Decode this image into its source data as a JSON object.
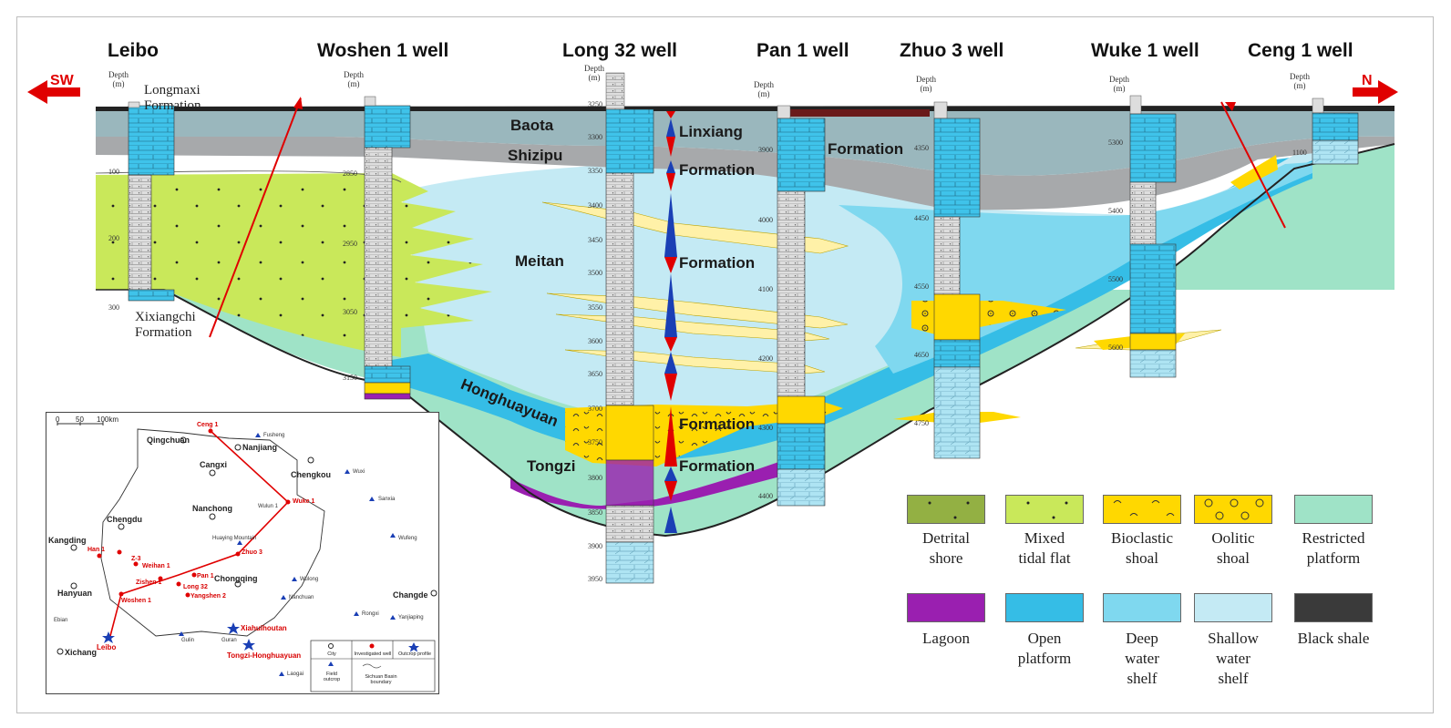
{
  "direction": {
    "left": "SW",
    "right": "N"
  },
  "wells": [
    {
      "name": "Leibo",
      "depth_label": "Depth\n(m)",
      "ticks": [
        "100",
        "200",
        "300"
      ]
    },
    {
      "name": "Woshen 1 well",
      "depth_label": "Depth\n(m)",
      "ticks": [
        "2850",
        "2950",
        "3050",
        "3150"
      ]
    },
    {
      "name": "Long 32 well",
      "depth_label": "Depth\n(m)",
      "ticks": [
        "3250",
        "3300",
        "3350",
        "3400",
        "3450",
        "3500",
        "3550",
        "3600",
        "3650",
        "3700",
        "3750",
        "3800",
        "3850",
        "3900",
        "3950"
      ]
    },
    {
      "name": "Pan 1 well",
      "depth_label": "Depth\n(m)",
      "ticks": [
        "3900",
        "4000",
        "4100",
        "4200",
        "4300",
        "4400"
      ]
    },
    {
      "name": "Zhuo 3 well",
      "depth_label": "Depth\n(m)",
      "ticks": [
        "4350",
        "4450",
        "4550",
        "4650",
        "4750"
      ]
    },
    {
      "name": "Wuke 1 well",
      "depth_label": "Depth\n(m)",
      "ticks": [
        "5300",
        "5400",
        "5500",
        "5600"
      ]
    },
    {
      "name": "Ceng 1 well",
      "depth_label": "Depth\n(m)",
      "ticks": [
        "1100"
      ]
    }
  ],
  "formations": {
    "longmaxi": "Longmaxi\nFormation",
    "xixiangchi": "Xixiangchi\nFormation",
    "baota": "Baota",
    "linxiang": "Linxiang",
    "formation_1": "Formation",
    "shizipu": "Shizipu",
    "formation_2": "Formation",
    "meitan": "Meitan",
    "formation_3": "Formation",
    "honghuayuan": "Honghuayuan",
    "formation_4": "Formation",
    "tongzi": "Tongzi",
    "formation_5": "Formation"
  },
  "legend": [
    {
      "label": "Detrital\nshore",
      "color": "#93b043",
      "pattern": "dots"
    },
    {
      "label": "Mixed\ntidal flat",
      "color": "#c9e85a",
      "pattern": "dots"
    },
    {
      "label": "Bioclastic\nshoal",
      "color": "#ffd800",
      "pattern": "bioclast"
    },
    {
      "label": "Oolitic\nshoal",
      "color": "#ffd800",
      "pattern": "ooid"
    },
    {
      "label": "Restricted\nplatform",
      "color": "#9fe3c7",
      "pattern": "none"
    },
    {
      "label": "Lagoon",
      "color": "#9a1fb0",
      "pattern": "none"
    },
    {
      "label": "Open\nplatform",
      "color": "#35bde6",
      "pattern": "none"
    },
    {
      "label": "Deep\nwater\nshelf",
      "color": "#7fd8ef",
      "pattern": "none"
    },
    {
      "label": "Shallow\nwater\nshelf",
      "color": "#c4eaf4",
      "pattern": "none"
    },
    {
      "label": "Black shale",
      "color": "#3a3a3a",
      "pattern": "none"
    }
  ],
  "map": {
    "scale": [
      "0",
      "50",
      "100km"
    ],
    "cities": [
      "Qingchuan",
      "Nanjiang",
      "Chengkou",
      "Cangxi",
      "Nanchong",
      "Chengdu",
      "Chongqing",
      "Kangding",
      "Hanyuan",
      "Changde",
      "Xichang"
    ],
    "wells": [
      "Ceng 1",
      "Wuke 1",
      "Han 1",
      "Z-3",
      "Weihan 1",
      "Zishen 1",
      "Pan 1",
      "Long 32",
      "Zhuo 3",
      "Woshen 1",
      "Yangshen 2"
    ],
    "outcrops": [
      "Leibo",
      "Xiahuihoutan",
      "Tongzi-Honghuayuan"
    ],
    "small_places": [
      "Fusheng",
      "Wuxi",
      "Sanxia",
      "Wufeng",
      "Huaying Mountain",
      "Wulong",
      "Nanchuan",
      "Rongxi",
      "Yanjiaping",
      "Laogai",
      "Ebian",
      "Gulin",
      "Guran",
      "Wulun 1"
    ],
    "legend": [
      {
        "symbol": "city",
        "label": "City"
      },
      {
        "symbol": "well",
        "label": "Investigated well"
      },
      {
        "symbol": "outcrop",
        "label": "Outcrop profile"
      },
      {
        "symbol": "field",
        "label": "Field\noutcrop"
      },
      {
        "symbol": "boundary",
        "label": "Sichuan Basin\nboundary"
      }
    ]
  },
  "colors": {
    "arrow": "#e00000",
    "gray_shelf": "#a7a9ab",
    "upper_shelf": "#9ab7bd",
    "tick_red": "#e00000",
    "tick_blue": "#1a3fb5"
  }
}
